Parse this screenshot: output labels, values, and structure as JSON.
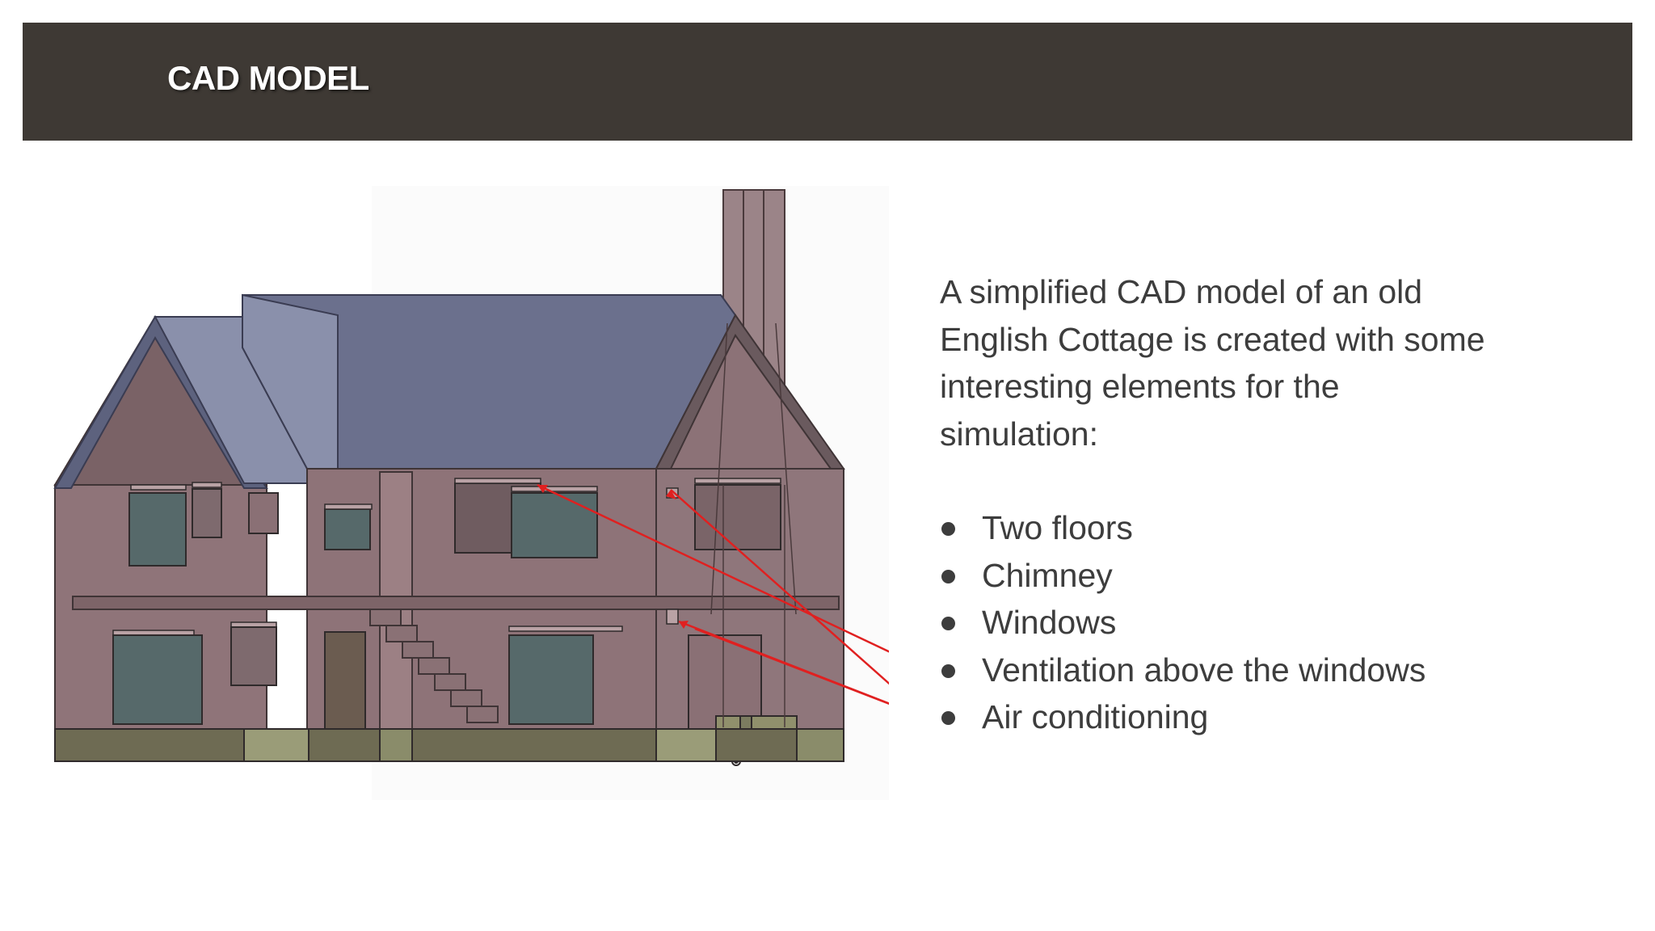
{
  "slide": {
    "title": "CAD MODEL",
    "intro_lines": [
      "A simplified CAD model of an old",
      "English Cottage is created with some",
      "interesting elements for the",
      "simulation:"
    ],
    "features": [
      "Two floors",
      "Chimney",
      "Windows",
      "Ventilation above the windows",
      "Air conditioning"
    ]
  },
  "colors": {
    "header_bg": "#3e3934",
    "annotation_arrows": "#e02020",
    "wall": "#8e7479",
    "roof": "#6d7290",
    "window_glass": "#58696a",
    "foundation": "#7c7c60"
  },
  "figure": {
    "type": "cad-model-render",
    "subject": "cottage"
  }
}
